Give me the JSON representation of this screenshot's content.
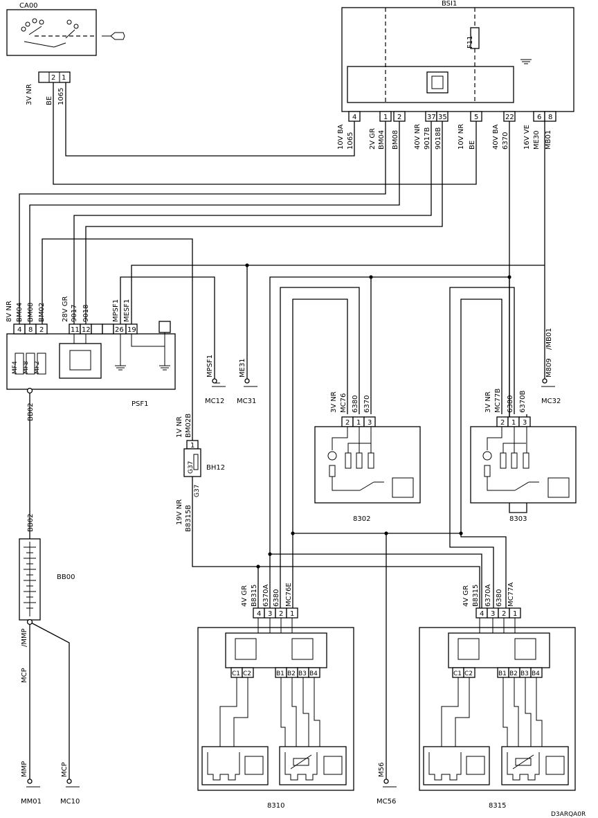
{
  "components": {
    "ca00": "CA00",
    "bsi1": "BSI1",
    "psf1": "PSF1",
    "bb00": "BB00",
    "bh12": "BH12",
    "c8302": "8302",
    "c8303": "8303",
    "c8310": "8310",
    "c8315": "8315"
  },
  "ca00_pins": [
    "2",
    "1"
  ],
  "ca00_wires": {
    "connector": "3V NR",
    "w1": "BE",
    "w2": "1065"
  },
  "bsi1_fuse": "F11",
  "bsi1_pins": [
    "4",
    "1",
    "2",
    "37",
    "35",
    "5",
    "22",
    "6",
    "8"
  ],
  "bsi1_connectors": {
    "c10ba": "10V BA",
    "c1065": "1065",
    "c2vgr": "2V GR",
    "bm04": "BM04",
    "bm08": "BM08",
    "c40vnr": "40V NR",
    "w9017b": "9017B",
    "w9018b": "9018B",
    "c10vnr": "10V NR",
    "be": "BE",
    "c40vba": "40V BA",
    "w6370": "6370",
    "c16vve": "16V VE",
    "me30": "ME30",
    "mb01": "MB01"
  },
  "psf1_pins": [
    "4",
    "8",
    "2",
    "11",
    "12",
    "26",
    "19"
  ],
  "psf1_labels": {
    "c8vnr": "8V NR",
    "bm04": "BM04",
    "bm08": "BM08",
    "bm02": "BM02",
    "c28vgr": "28V GR",
    "w9017": "9017",
    "w9018": "9018",
    "mpsf1": "MPSF1",
    "mesf1": "MESF1",
    "mf4": "MF4",
    "mf8": "MF8",
    "mf2": "MF2"
  },
  "grounds": {
    "mc12_wire": "MPSF1",
    "mc12": "MC12",
    "mc31_wire": "ME31",
    "mc31": "MC31",
    "mc32_wire": "M809",
    "mc32": "MC32",
    "mm01_wire": "MMP",
    "mm01": "MM01",
    "mc10_wire": "MCP",
    "mc10": "MC10",
    "mc56_wire": "M56",
    "mc56": "MC56"
  },
  "mb01_ref": "/MB01",
  "bb02_top": "BB02",
  "bb02_bottom": "BB02",
  "bb_mmp": "/MMP",
  "bb_mcp": "MCP",
  "bh12_labels": {
    "c1vnr": "1V NR",
    "bm02b": "BM02B",
    "pin": "1",
    "g37a": "G37",
    "g37b": "G37",
    "c19vnr": "19V NR",
    "b8315b": "B8315B"
  },
  "c8302_labels": {
    "connector": "3V NR",
    "w1": "MC76",
    "w2": "6380",
    "w3": "6370"
  },
  "c8303_labels": {
    "connector": "3V NR",
    "w1": "MC77B",
    "w2": "6380",
    "w3": "6370B"
  },
  "switch_pins": [
    "2",
    "1",
    "3"
  ],
  "c8310_labels": {
    "connector": "4V GR",
    "w1": "B8315",
    "w2": "6370A",
    "w3": "6380",
    "w4": "MC76E"
  },
  "c8315_labels": {
    "connector": "4V GR",
    "w1": "B8315",
    "w2": "6370A",
    "w3": "6380",
    "w4": "MC77A"
  },
  "seat_pins": [
    "4",
    "3",
    "2",
    "1"
  ],
  "seat_sub_pins": [
    "C1",
    "C2",
    "B1",
    "B2",
    "B3",
    "B4"
  ],
  "diagram_ref": "D3ARQA0R"
}
